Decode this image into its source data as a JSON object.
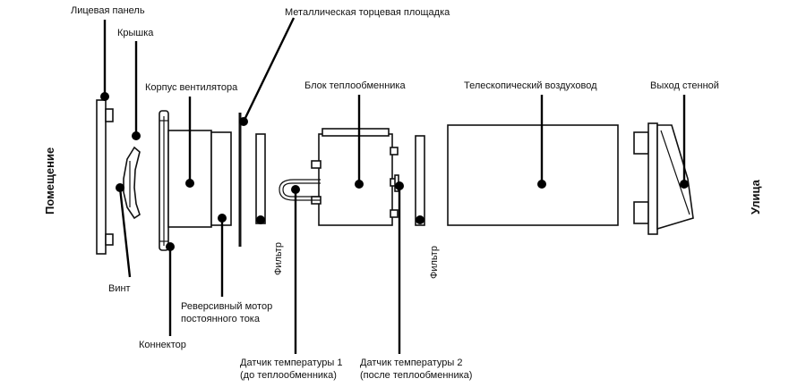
{
  "diagram": {
    "side_left": "Помещение",
    "side_right": "Улица",
    "labels": {
      "front_panel": "Лицевая панель",
      "cover": "Крышка",
      "fan_housing": "Корпус вентилятора",
      "metal_end_plate": "Металлическая торцевая площадка",
      "heat_exchanger": "Блок теплообменника",
      "telescopic_duct": "Телескопический воздуховод",
      "wall_outlet": "Выход стенной",
      "screw": "Винт",
      "motor_line1": "Реверсивный мотор",
      "motor_line2": "постоянного тока",
      "connector": "Коннектор",
      "filter1": "Фильтр",
      "filter2": "Фильтр",
      "sensor1_line1": "Датчик температуры 1",
      "sensor1_line2": "(до теплообменника)",
      "sensor2_line1": "Датчик температуры 2",
      "sensor2_line2": "(после теплообменника)"
    }
  }
}
